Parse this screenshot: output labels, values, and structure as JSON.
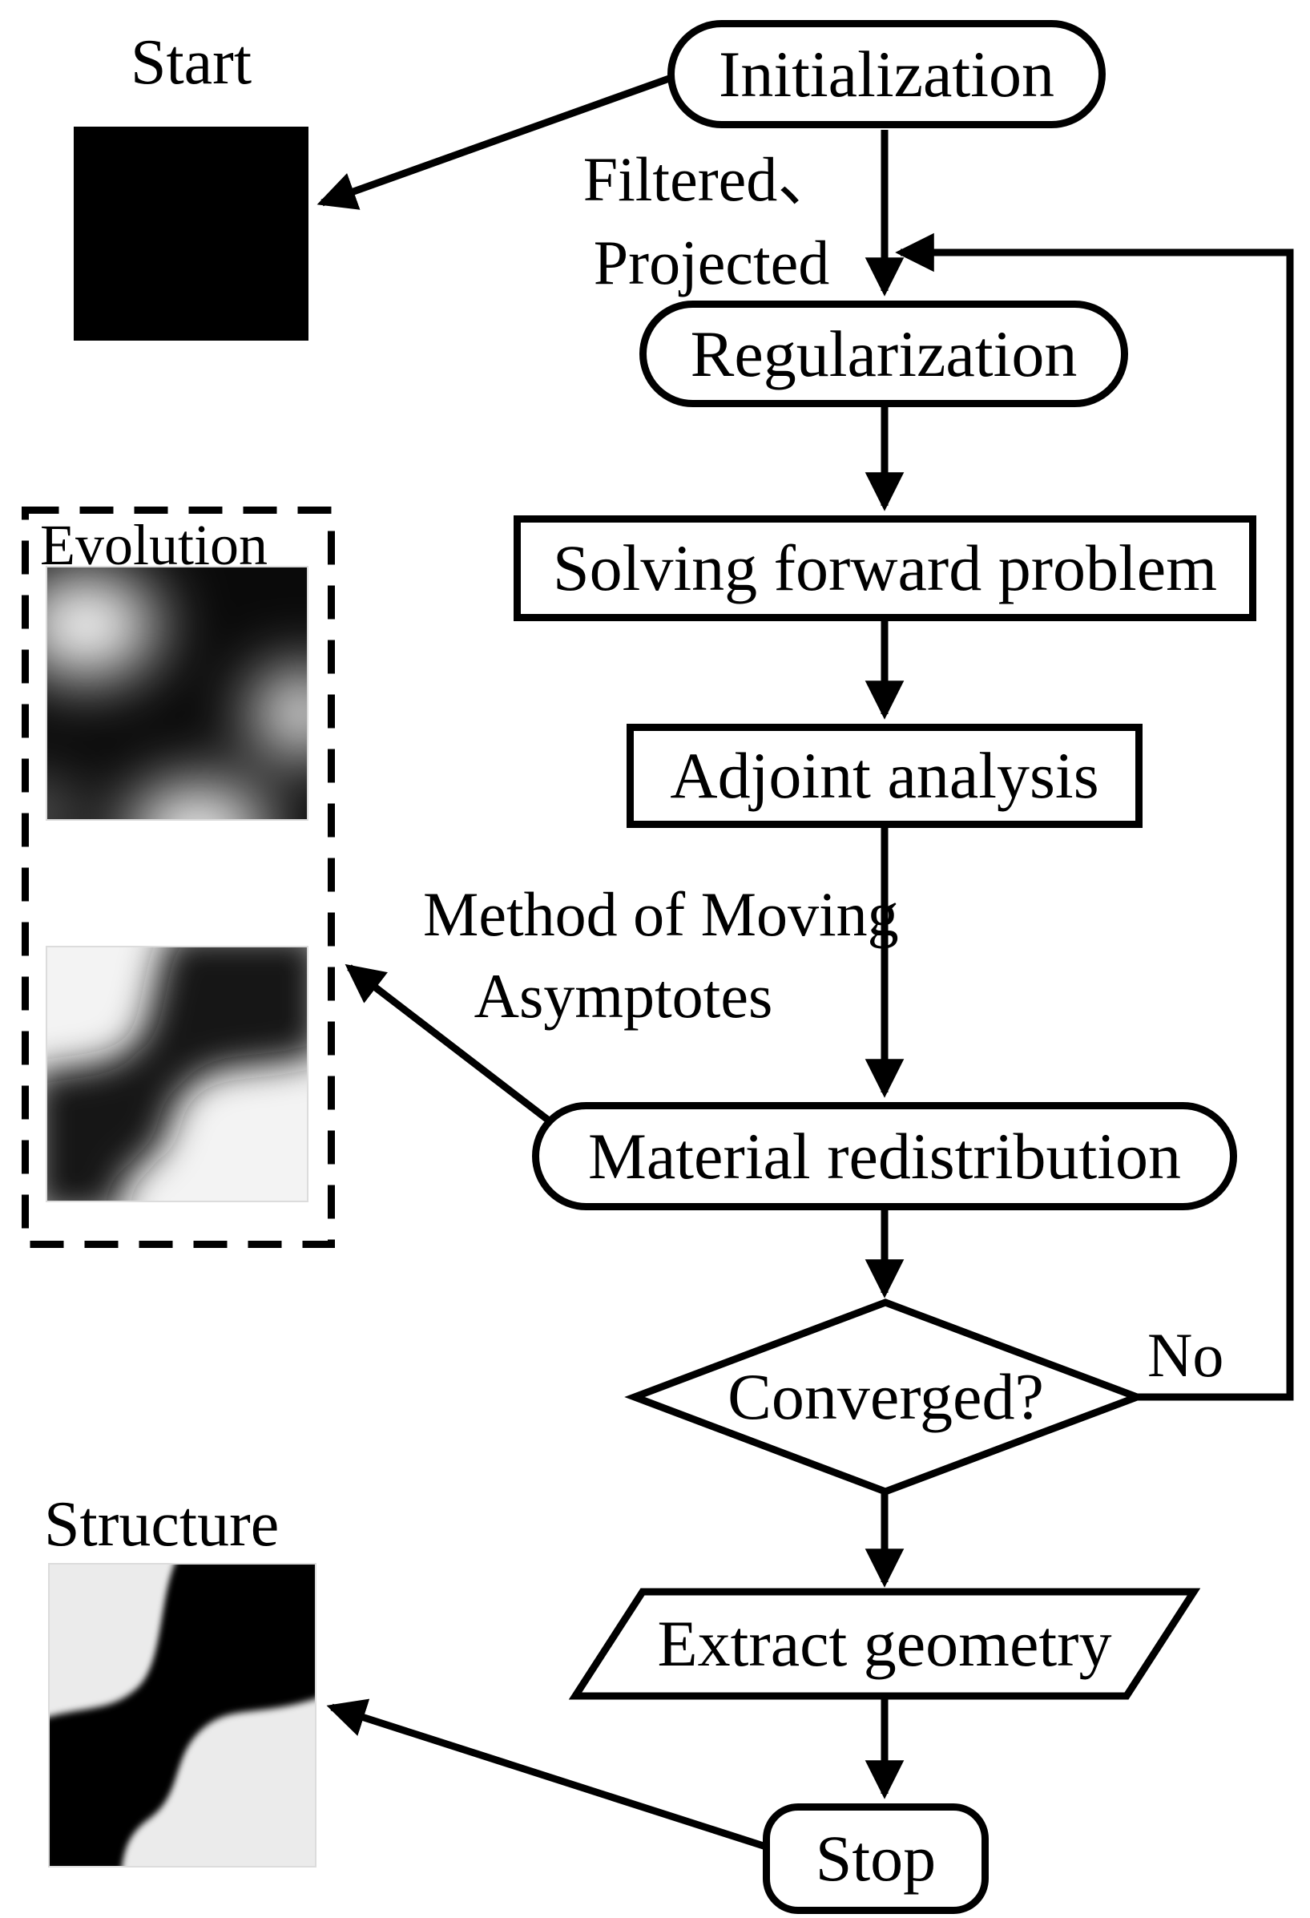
{
  "nodes": {
    "initialization": "Initialization",
    "regularization": "Regularization",
    "solving_forward_problem": "Solving forward problem",
    "adjoint_analysis": "Adjoint analysis",
    "material_redistribution": "Material redistribution",
    "converged": "Converged?",
    "extract_geometry": "Extract geometry",
    "stop": "Stop"
  },
  "labels": {
    "start": "Start",
    "evolution": "Evolution",
    "structure": "Structure",
    "no": "No",
    "filtered_projected": {
      "line1": "Filtered、",
      "line2": "Projected"
    },
    "mma": {
      "line1": "Method of Moving",
      "line2": "Asymptotes"
    }
  },
  "colors": {
    "stroke": "#000000",
    "background": "#ffffff",
    "node_fill": "#ffffff",
    "image_light": "#ebebeb"
  }
}
